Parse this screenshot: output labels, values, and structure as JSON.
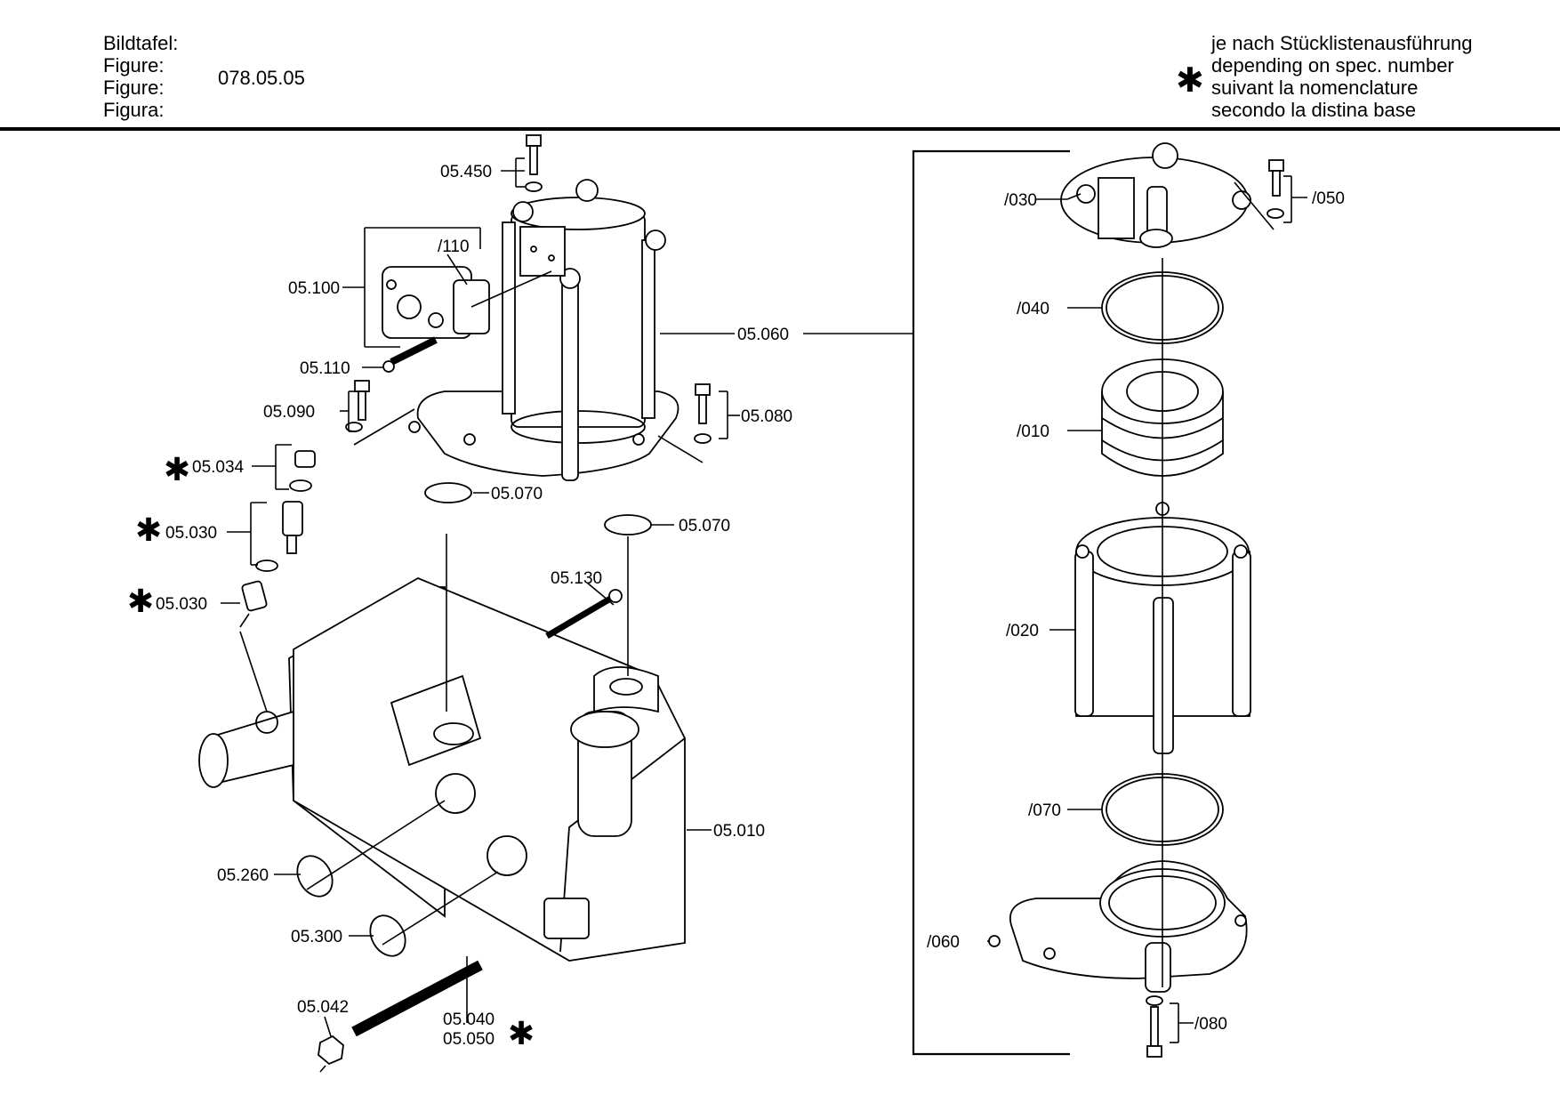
{
  "header": {
    "labels": [
      "Bildtafel:",
      "Figure:",
      "Figure:",
      "Figura:"
    ],
    "figure_number": "078.05.05",
    "note_marker": "✱",
    "note_lines": [
      "je nach Stücklistenausführung",
      "depending on spec. number",
      "suivant la nomenclature",
      "secondo la distina base"
    ]
  },
  "callouts": {
    "c05450": "05.450",
    "c110": "/110",
    "c05100": "05.100",
    "c05110": "05.110",
    "c05090": "05.090",
    "c05060": "05.060",
    "c05080": "05.080",
    "c05034": "05.034",
    "c05070a": "05.070",
    "c05070b": "05.070",
    "c05030a": "05.030",
    "c05030b": "05.030",
    "c05130": "05.130",
    "c05010": "05.010",
    "c05260": "05.260",
    "c05300": "05.300",
    "c05042": "05.042",
    "c05040": "05.040",
    "c05050": "05.050",
    "c030": "/030",
    "c050": "/050",
    "c040": "/040",
    "c010": "/010",
    "c020": "/020",
    "c070": "/070",
    "c060": "/060",
    "c080": "/080"
  },
  "star_symbol": "✱"
}
